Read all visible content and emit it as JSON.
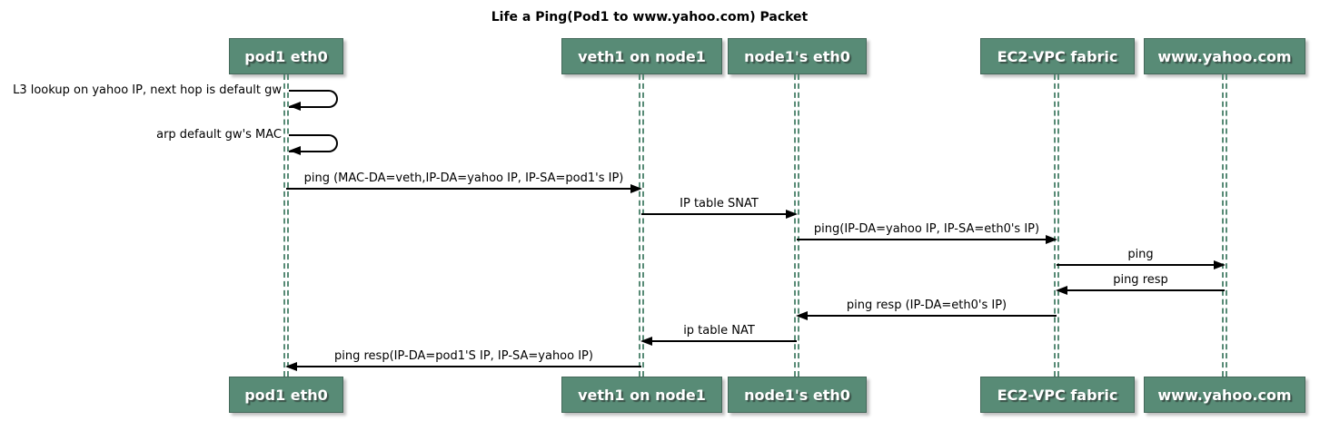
{
  "title": "Life a Ping(Pod1 to www.yahoo.com) Packet",
  "colors": {
    "participant_fill": "#588B76",
    "participant_border": "#44685A",
    "participant_text": "#FFFFFF",
    "lifeline": "#588B76",
    "arrow": "#000000",
    "text": "#000000",
    "background": "#FFFFFF"
  },
  "participants": [
    {
      "label": "pod1 eth0"
    },
    {
      "label": "veth1 on node1"
    },
    {
      "label": "node1's eth0"
    },
    {
      "label": "EC2-VPC fabric"
    },
    {
      "label": "www.yahoo.com"
    }
  ],
  "self_messages": [
    {
      "participant": "pod1 eth0",
      "label": "L3 lookup on yahoo IP, next hop is default gw"
    },
    {
      "participant": "pod1 eth0",
      "label": "arp default gw's MAC"
    }
  ],
  "messages": [
    {
      "from": "pod1 eth0",
      "to": "veth1 on node1",
      "direction": "right",
      "label": "ping (MAC-DA=veth,IP-DA=yahoo IP, IP-SA=pod1's IP)"
    },
    {
      "from": "veth1 on node1",
      "to": "node1's eth0",
      "direction": "right",
      "label": "IP table SNAT"
    },
    {
      "from": "node1's eth0",
      "to": "EC2-VPC fabric",
      "direction": "right",
      "label": "ping(IP-DA=yahoo IP, IP-SA=eth0's IP)"
    },
    {
      "from": "EC2-VPC fabric",
      "to": "www.yahoo.com",
      "direction": "right",
      "label": "ping"
    },
    {
      "from": "www.yahoo.com",
      "to": "EC2-VPC fabric",
      "direction": "left",
      "label": "ping resp"
    },
    {
      "from": "EC2-VPC fabric",
      "to": "node1's eth0",
      "direction": "left",
      "label": "ping resp (IP-DA=eth0's IP)"
    },
    {
      "from": "node1's eth0",
      "to": "veth1 on node1",
      "direction": "left",
      "label": "ip table NAT"
    },
    {
      "from": "veth1 on node1",
      "to": "pod1 eth0",
      "direction": "left",
      "label": "ping resp(IP-DA=pod1'S IP, IP-SA=yahoo IP)"
    }
  ]
}
